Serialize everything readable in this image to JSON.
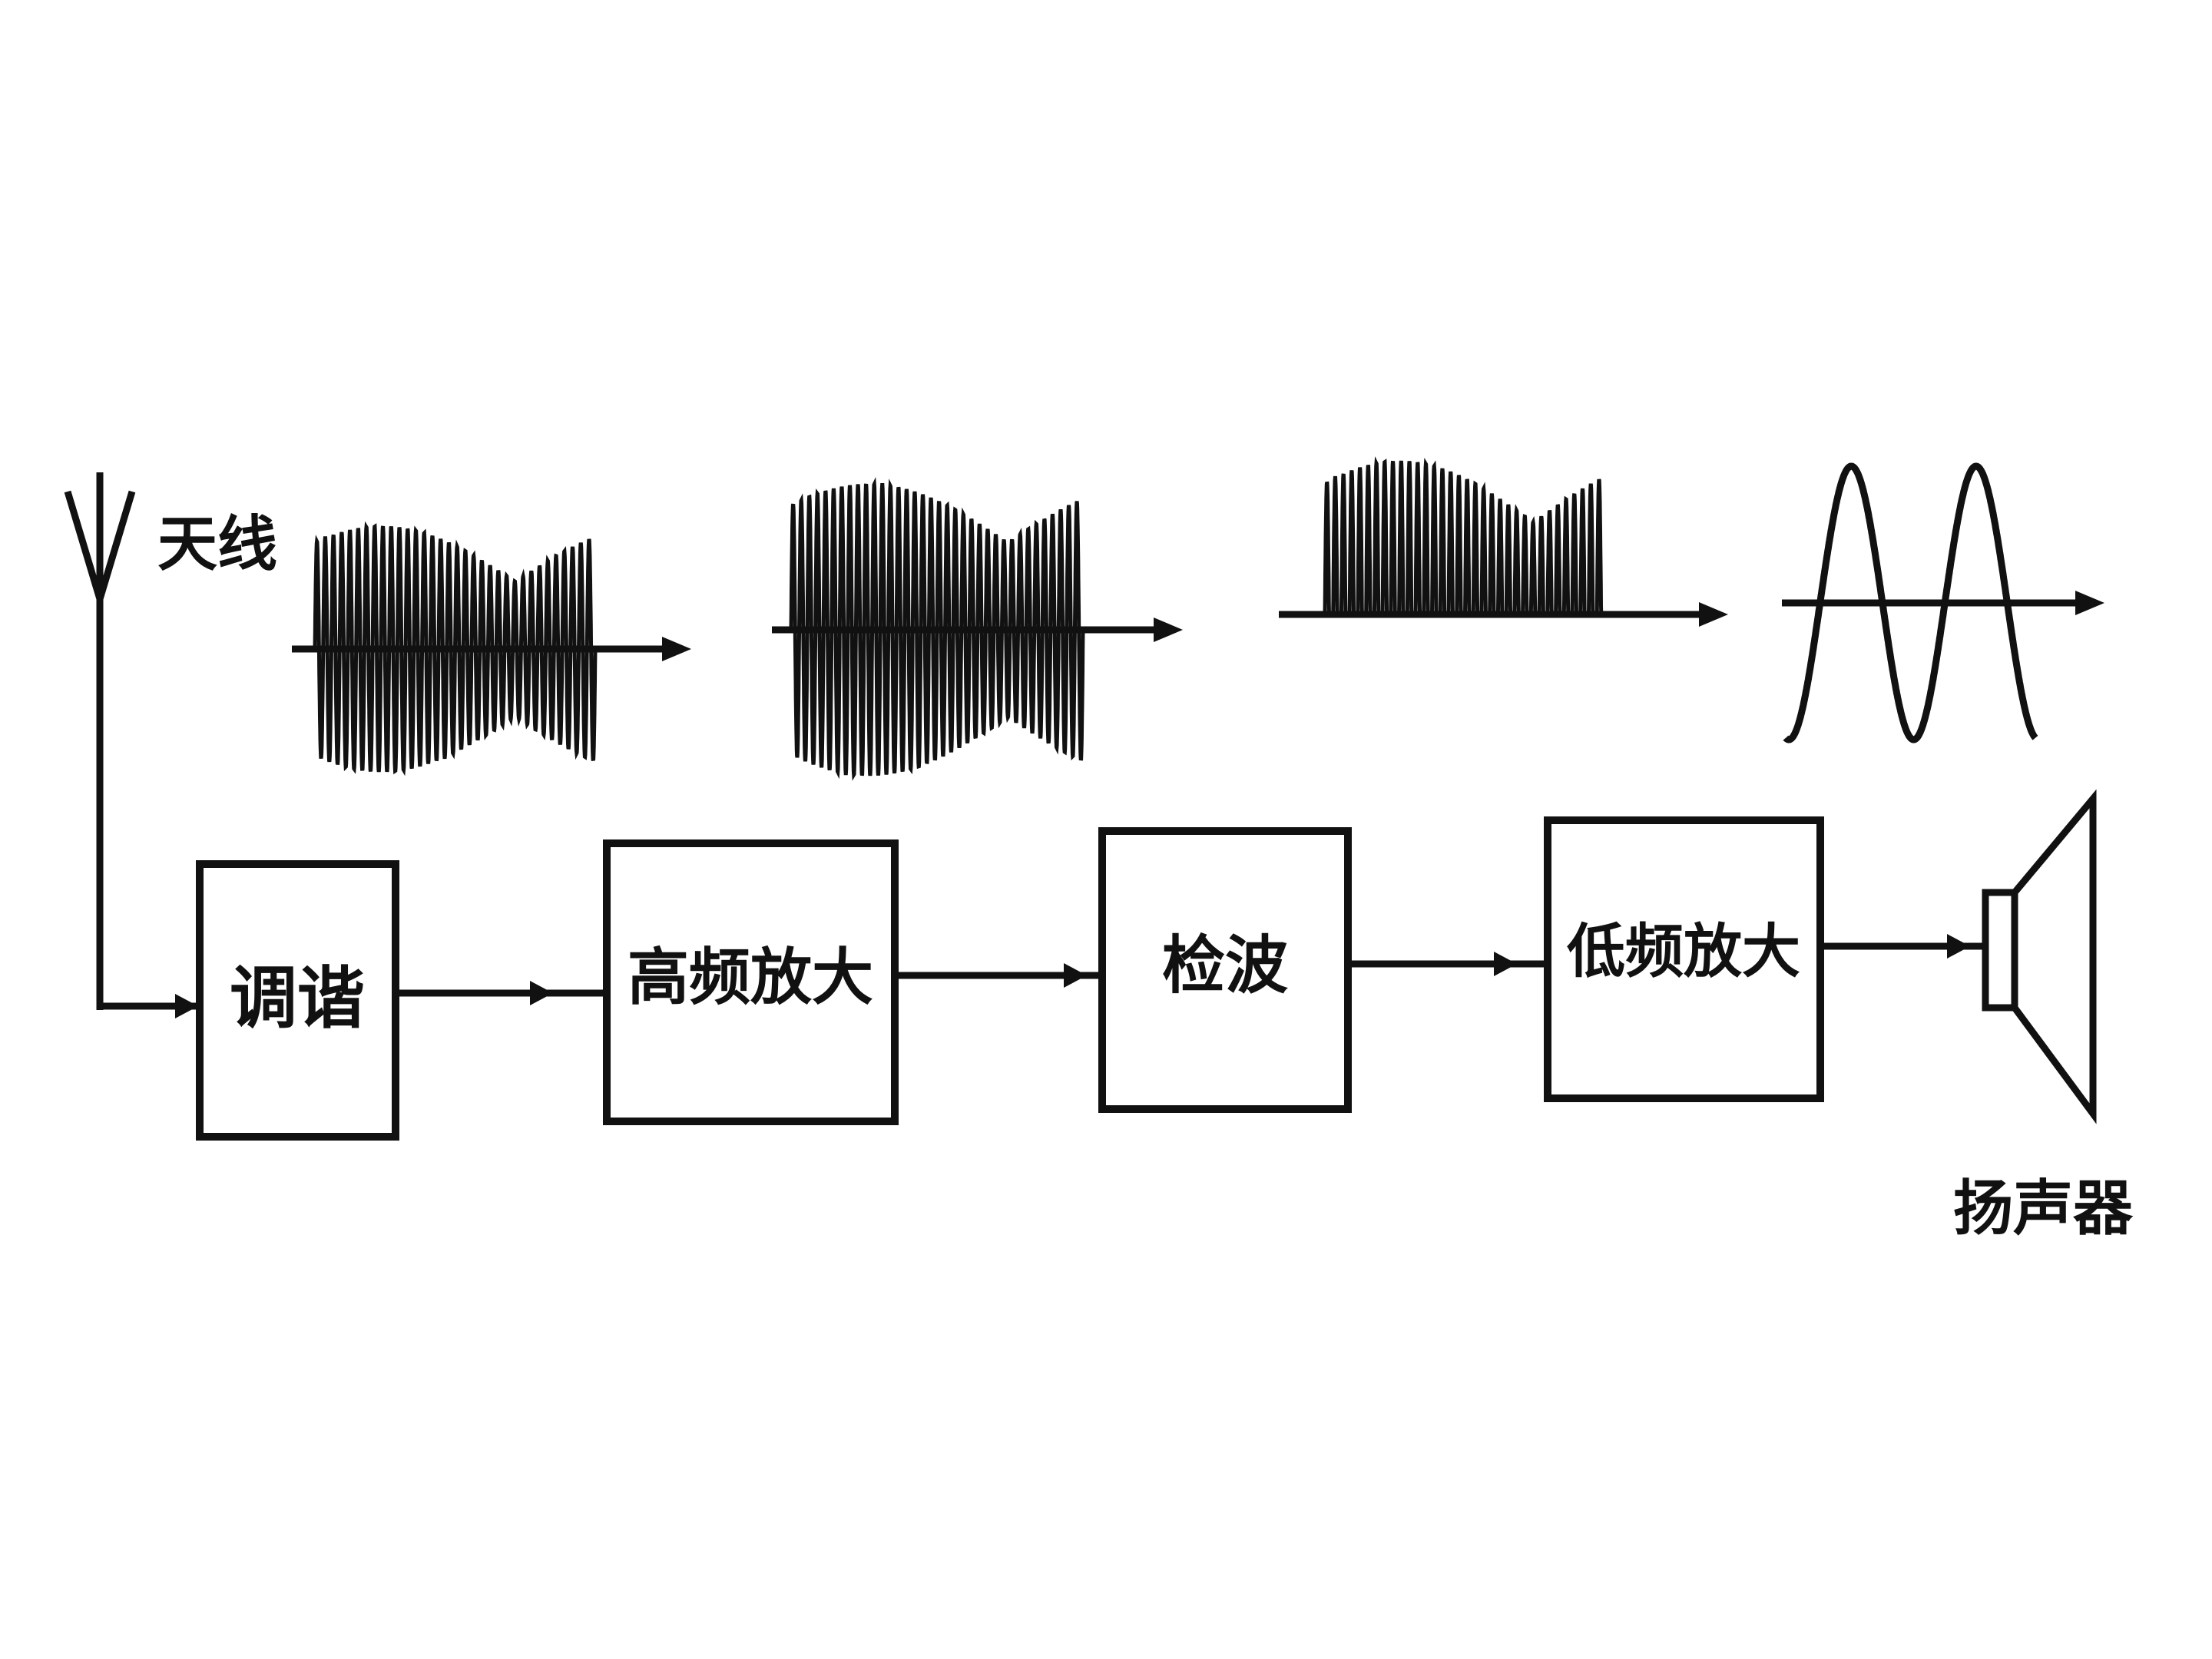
{
  "labels": {
    "antenna": "天线",
    "speaker": "扬声器"
  },
  "blocks": [
    {
      "id": "tuning",
      "label": "调谐"
    },
    {
      "id": "hf_amp",
      "label": "高频放大"
    },
    {
      "id": "detector",
      "label": "检波"
    },
    {
      "id": "lf_amp",
      "label": "低频放大"
    }
  ],
  "colors": {
    "ink": "#111111",
    "background": "#ffffff"
  },
  "waveforms": [
    {
      "name": "am-modulated-wave",
      "icon": "am-wave-icon"
    },
    {
      "name": "amplified-am-wave",
      "icon": "am-wave-large-icon"
    },
    {
      "name": "detected-pulses",
      "icon": "rectified-wave-icon"
    },
    {
      "name": "audio-signal",
      "icon": "sine-wave-icon"
    }
  ]
}
